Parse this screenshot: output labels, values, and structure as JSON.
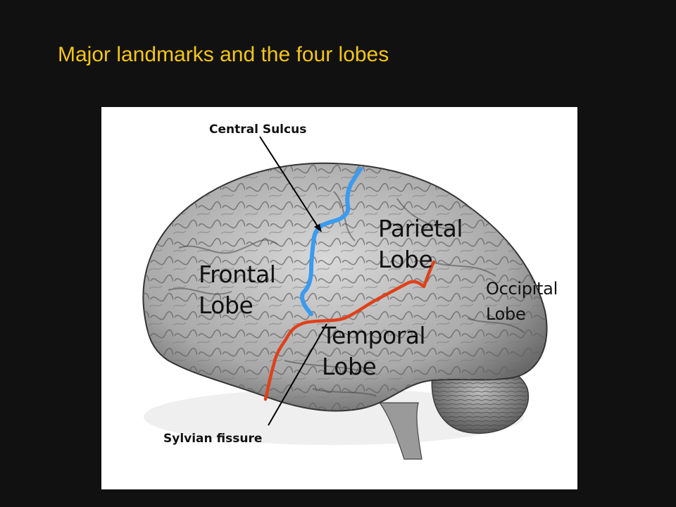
{
  "slide": {
    "title": "Major landmarks and the four lobes"
  },
  "figure": {
    "callouts": {
      "central_sulcus": "Central Sulcus",
      "sylvian_fissure": "Sylvian fissure"
    },
    "lobes": {
      "frontal": {
        "line1": "Frontal",
        "line2": "Lobe"
      },
      "parietal": {
        "line1": "Parietal",
        "line2": "Lobe"
      },
      "temporal": {
        "line1": "Temporal",
        "line2": "Lobe"
      },
      "occipital": {
        "line1": "Occipital",
        "line2": "Lobe"
      }
    },
    "colors": {
      "title": "#f5c518",
      "central_sulcus_line": "#3a9bf0",
      "sylvian_fissure_line": "#e0401a",
      "pointer_line": "#000000"
    }
  }
}
